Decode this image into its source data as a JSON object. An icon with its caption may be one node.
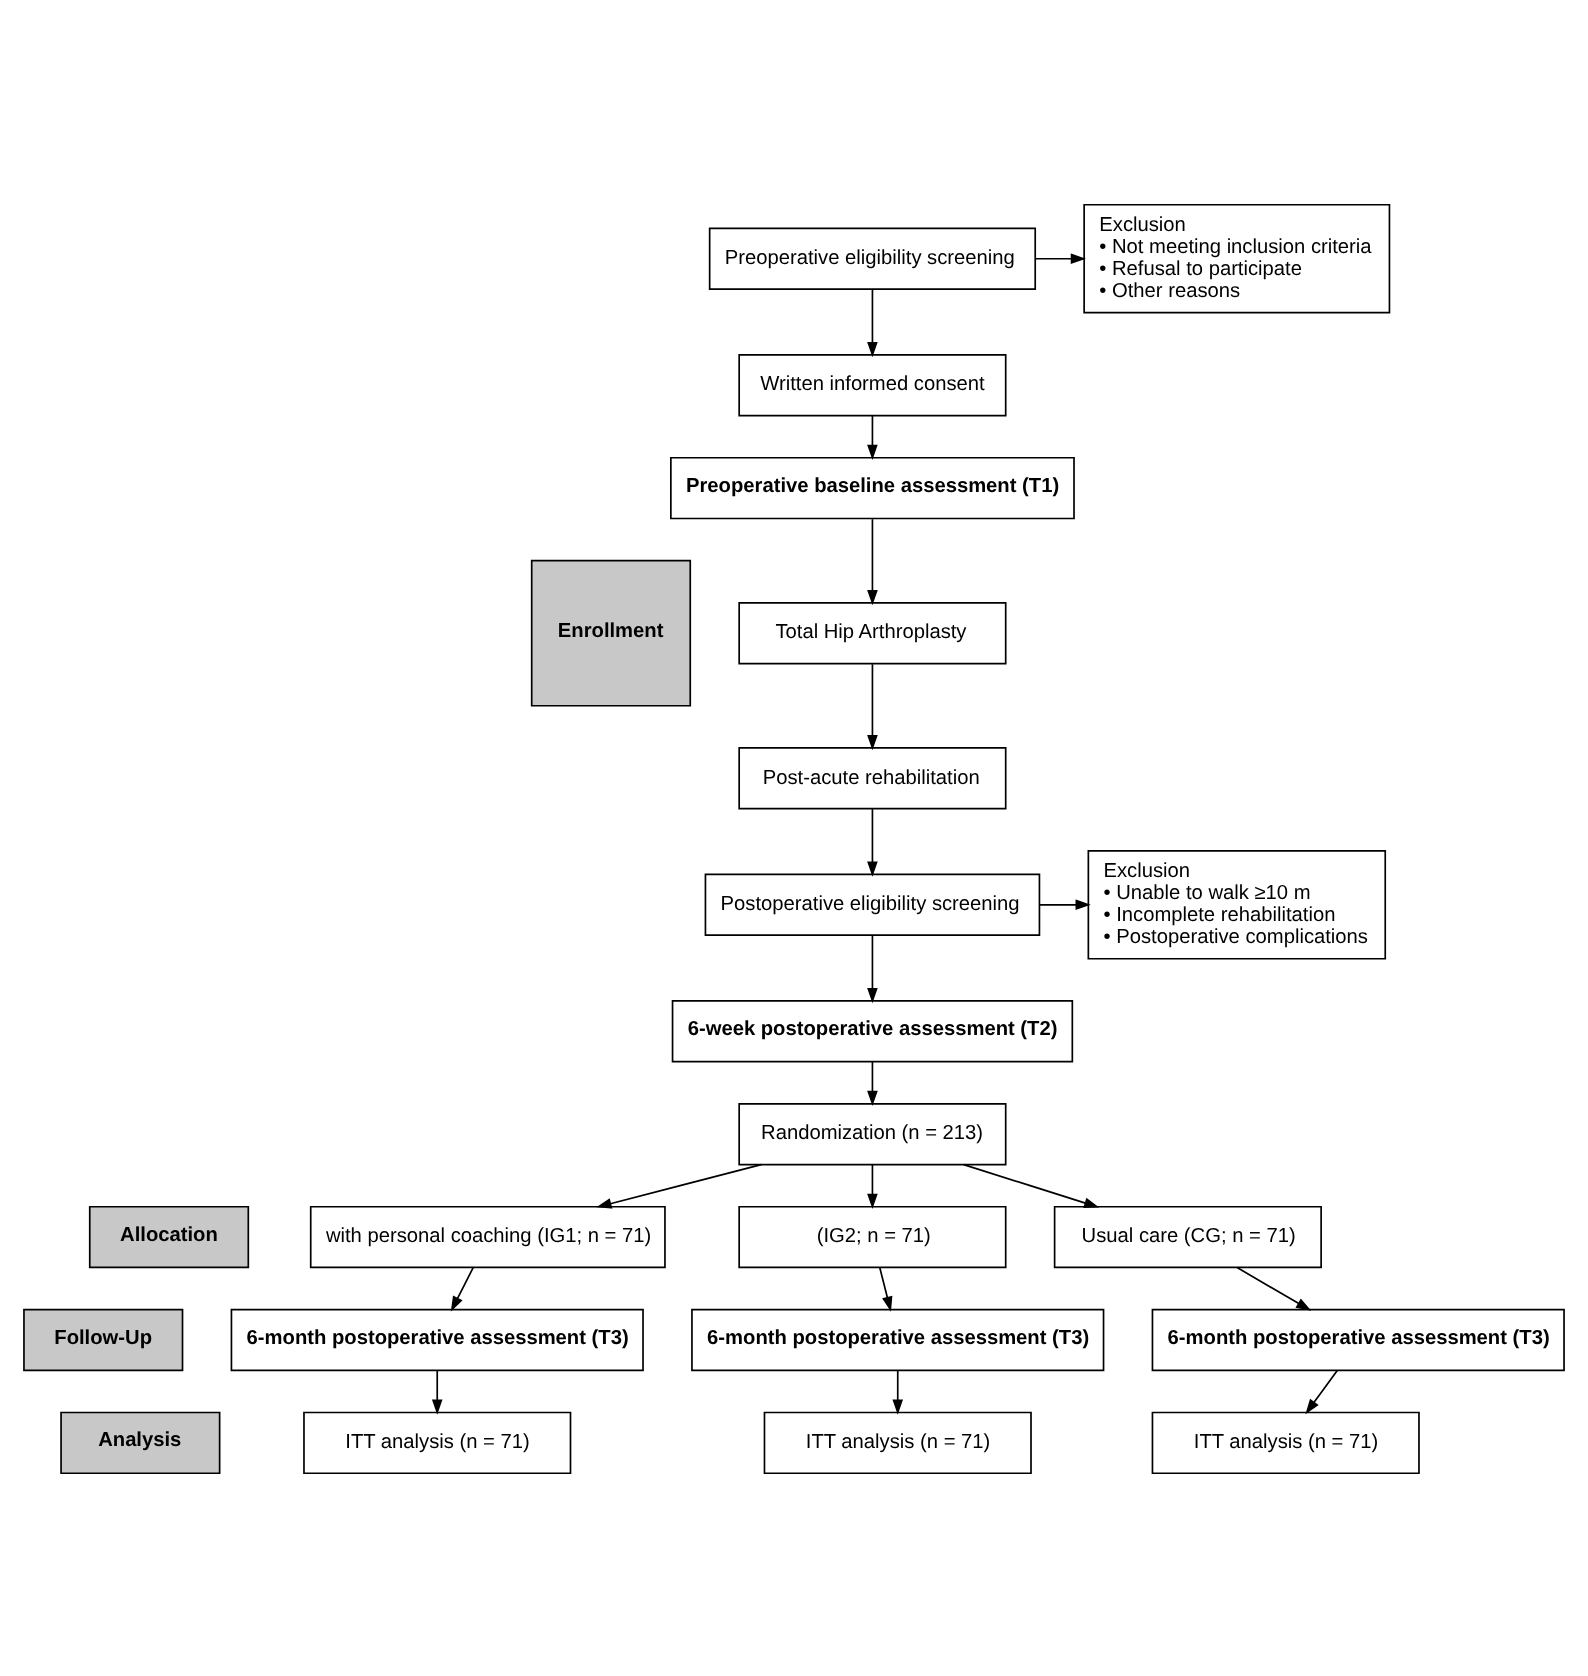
{
  "diagram": {
    "nodes": [
      {
        "text": [
          "Enrollment"
        ]
      },
      {
        "text": [
          "Preoperative eligibility screening"
        ]
      },
      {
        "text": [
          "Exclusion",
          "• Not meeting inclusion criteria",
          "• Refusal to participate",
          "• Other reasons"
        ]
      },
      {
        "text": [
          "Written informed consent"
        ]
      },
      {
        "text": [
          "Preoperative baseline assessment (T1)"
        ]
      },
      {
        "text": [
          "Total Hip Arthroplasty"
        ]
      },
      {
        "text": [
          "Post-acute rehabilitation"
        ]
      },
      {
        "text": [
          "Postoperative eligibility screening"
        ]
      },
      {
        "text": [
          "Exclusion",
          "• Unable to walk ≥10 m",
          "• Incomplete rehabilitation",
          "• Postoperative complications"
        ]
      },
      {
        "text": [
          "6-week postoperative assessment (T2)"
        ]
      },
      {
        "text": [
          "Randomization (n = 213)"
        ]
      },
      {
        "text": [
          "Allocation"
        ]
      },
      {
        "text": [
          "with personal coaching (IG1; n = 71)"
        ]
      },
      {
        "text": [
          "(IG2; n = 71)"
        ]
      },
      {
        "text": [
          "Usual care (CG; n = 71)"
        ]
      },
      {
        "text": [
          "Follow-Up"
        ]
      },
      {
        "text": [
          "6-month postoperative assessment (T3)"
        ]
      },
      {
        "text": [
          "6-month postoperative assessment (T3)"
        ]
      },
      {
        "text": [
          "6-month postoperative assessment (T3)"
        ]
      },
      {
        "text": [
          "Analysis"
        ]
      },
      {
        "text": [
          "ITT analysis (n = 71)"
        ]
      },
      {
        "text": [
          "ITT analysis (n = 71)"
        ]
      },
      {
        "text": [
          "ITT analysis (n = 71)"
        ]
      }
    ],
    "edges": [
      {
        "from": 1,
        "to": 3,
        "arrow": "to"
      },
      {
        "from": 1,
        "to": 2,
        "arrow": "to"
      },
      {
        "from": 3,
        "to": 4,
        "arrow": "to"
      },
      {
        "from": 4,
        "to": 5,
        "arrow": "to"
      },
      {
        "from": 5,
        "to": 6,
        "arrow": "to"
      },
      {
        "from": 6,
        "to": 7,
        "arrow": "to"
      },
      {
        "from": 7,
        "to": 9,
        "arrow": "to"
      },
      {
        "from": 7,
        "to": 8,
        "arrow": "to"
      },
      {
        "from": 9,
        "to": 10,
        "arrow": "to"
      },
      {
        "from": 10,
        "to": 12,
        "arrow": "to"
      },
      {
        "from": 10,
        "to": 13,
        "arrow": "to"
      },
      {
        "from": 10,
        "to": 14,
        "arrow": "to"
      },
      {
        "from": 12,
        "to": 16,
        "arrow": "to"
      },
      {
        "from": 13,
        "to": 17,
        "arrow": "to"
      },
      {
        "from": 14,
        "to": 18,
        "arrow": "to"
      },
      {
        "from": 16,
        "to": 20,
        "arrow": "to"
      },
      {
        "from": 17,
        "to": 21,
        "arrow": "to"
      },
      {
        "from": 18,
        "to": 22,
        "arrow": "to"
      }
    ]
  }
}
